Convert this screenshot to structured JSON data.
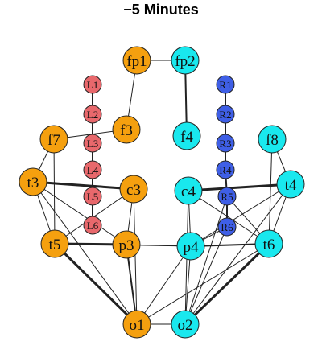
{
  "title": "−5 Minutes",
  "colors": {
    "left": "#f5a00f",
    "right": "#19e8ee",
    "left_chain": "#e8686c",
    "right_chain": "#3f5fe6",
    "stroke": "#222222"
  },
  "nodes": [
    {
      "id": "fp1",
      "label": "fp1",
      "group": "left"
    },
    {
      "id": "fp2",
      "label": "fp2",
      "group": "right"
    },
    {
      "id": "f7",
      "label": "f7",
      "group": "left"
    },
    {
      "id": "f3",
      "label": "f3",
      "group": "left"
    },
    {
      "id": "f4",
      "label": "f4",
      "group": "right"
    },
    {
      "id": "f8",
      "label": "f8",
      "group": "right"
    },
    {
      "id": "t3",
      "label": "t3",
      "group": "left"
    },
    {
      "id": "c3",
      "label": "c3",
      "group": "left"
    },
    {
      "id": "c4",
      "label": "c4",
      "group": "right"
    },
    {
      "id": "t4",
      "label": "t4",
      "group": "right"
    },
    {
      "id": "t5",
      "label": "t5",
      "group": "left"
    },
    {
      "id": "p3",
      "label": "p3",
      "group": "left"
    },
    {
      "id": "p4",
      "label": "p4",
      "group": "right"
    },
    {
      "id": "t6",
      "label": "t6",
      "group": "right"
    },
    {
      "id": "o1",
      "label": "o1",
      "group": "left"
    },
    {
      "id": "o2",
      "label": "o2",
      "group": "right"
    },
    {
      "id": "L1",
      "label": "L1",
      "group": "left_chain"
    },
    {
      "id": "L2",
      "label": "L2",
      "group": "left_chain"
    },
    {
      "id": "L3",
      "label": "L3",
      "group": "left_chain"
    },
    {
      "id": "L4",
      "label": "L4",
      "group": "left_chain"
    },
    {
      "id": "L5",
      "label": "L5",
      "group": "left_chain"
    },
    {
      "id": "L6",
      "label": "L6",
      "group": "left_chain"
    },
    {
      "id": "R1",
      "label": "R1",
      "group": "right_chain"
    },
    {
      "id": "R2",
      "label": "R2",
      "group": "right_chain"
    },
    {
      "id": "R3",
      "label": "R3",
      "group": "right_chain"
    },
    {
      "id": "R4",
      "label": "R4",
      "group": "right_chain"
    },
    {
      "id": "R5",
      "label": "R5",
      "group": "right_chain"
    },
    {
      "id": "R6",
      "label": "R6",
      "group": "right_chain"
    }
  ],
  "edges": [
    {
      "from": "fp1",
      "to": "fp2",
      "weight": 1
    },
    {
      "from": "fp1",
      "to": "f3",
      "weight": 1
    },
    {
      "from": "fp2",
      "to": "f4",
      "weight": 2
    },
    {
      "from": "f7",
      "to": "f3",
      "weight": 1
    },
    {
      "from": "L1",
      "to": "L2",
      "weight": 2
    },
    {
      "from": "L2",
      "to": "L3",
      "weight": 2
    },
    {
      "from": "L3",
      "to": "L4",
      "weight": 2
    },
    {
      "from": "L4",
      "to": "L5",
      "weight": 2
    },
    {
      "from": "L5",
      "to": "L6",
      "weight": 2
    },
    {
      "from": "R1",
      "to": "R2",
      "weight": 2
    },
    {
      "from": "R2",
      "to": "R3",
      "weight": 2
    },
    {
      "from": "R3",
      "to": "R4",
      "weight": 2
    },
    {
      "from": "R4",
      "to": "R5",
      "weight": 2
    },
    {
      "from": "R5",
      "to": "R6",
      "weight": 2
    },
    {
      "from": "f7",
      "to": "t3",
      "weight": 1
    },
    {
      "from": "f7",
      "to": "t5",
      "weight": 1
    },
    {
      "from": "f8",
      "to": "t4",
      "weight": 1
    },
    {
      "from": "f8",
      "to": "t6",
      "weight": 1
    },
    {
      "from": "t3",
      "to": "c3",
      "weight": 3
    },
    {
      "from": "t3",
      "to": "t5",
      "weight": 1
    },
    {
      "from": "t3",
      "to": "p3",
      "weight": 1
    },
    {
      "from": "t3",
      "to": "o1",
      "weight": 1
    },
    {
      "from": "c3",
      "to": "t5",
      "weight": 1
    },
    {
      "from": "c3",
      "to": "p3",
      "weight": 1
    },
    {
      "from": "c3",
      "to": "o1",
      "weight": 1
    },
    {
      "from": "c4",
      "to": "t4",
      "weight": 3
    },
    {
      "from": "c4",
      "to": "p4",
      "weight": 1
    },
    {
      "from": "c4",
      "to": "o2",
      "weight": 1
    },
    {
      "from": "c4",
      "to": "t6",
      "weight": 1
    },
    {
      "from": "t4",
      "to": "t6",
      "weight": 1
    },
    {
      "from": "t4",
      "to": "p4",
      "weight": 1
    },
    {
      "from": "t4",
      "to": "o2",
      "weight": 1
    },
    {
      "from": "t5",
      "to": "p3",
      "weight": 3
    },
    {
      "from": "t5",
      "to": "o1",
      "weight": 3
    },
    {
      "from": "t5",
      "to": "p4",
      "weight": 1
    },
    {
      "from": "p3",
      "to": "p4",
      "weight": 1
    },
    {
      "from": "p3",
      "to": "o1",
      "weight": 2
    },
    {
      "from": "p4",
      "to": "t6",
      "weight": 2
    },
    {
      "from": "p4",
      "to": "o1",
      "weight": 1
    },
    {
      "from": "p4",
      "to": "o2",
      "weight": 1
    },
    {
      "from": "t6",
      "to": "o2",
      "weight": 3
    },
    {
      "from": "t6",
      "to": "o1",
      "weight": 1
    },
    {
      "from": "o1",
      "to": "o2",
      "weight": 1
    },
    {
      "from": "R5",
      "to": "t6",
      "weight": 1
    },
    {
      "from": "R6",
      "to": "p4",
      "weight": 1
    },
    {
      "from": "R5",
      "to": "o2",
      "weight": 1
    },
    {
      "from": "R6",
      "to": "o2",
      "weight": 1
    }
  ]
}
